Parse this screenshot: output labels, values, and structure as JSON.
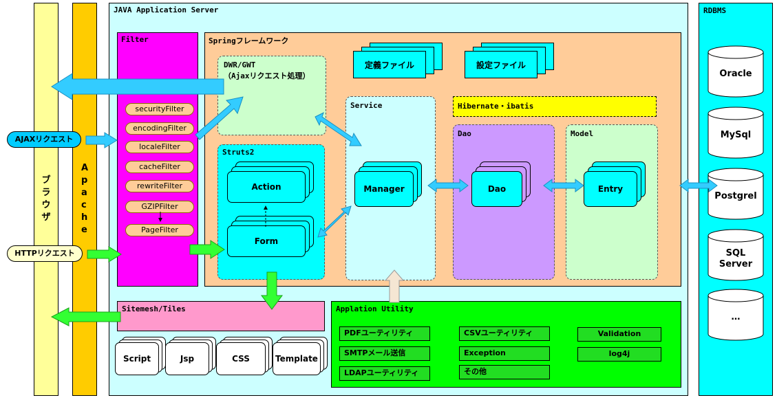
{
  "browser": {
    "label": "ブラウザ"
  },
  "apache": {
    "label": "Apache"
  },
  "requests": {
    "ajax": "AJAXリクエスト",
    "http": "HTTPリクエスト"
  },
  "server": {
    "title": "JAVA Application Server"
  },
  "filter": {
    "title": "Filter",
    "items": [
      "securityFilter",
      "encodingFilter",
      "localeFilter",
      "cacheFilter",
      "rewriteFilter",
      "GZIPFilter",
      "PageFilter"
    ]
  },
  "spring": {
    "title": "Springフレームワーク",
    "config_files": [
      "定義ファイル",
      "設定ファイル"
    ],
    "dwr": {
      "title": "DWR/GWT",
      "subtitle": "（Ajaxリクエスト処理）"
    },
    "struts": {
      "title": "Struts2",
      "action": "Action",
      "form": "Form"
    },
    "service": {
      "title": "Service",
      "manager": "Manager"
    },
    "hibernate": {
      "title": "Hibernate・ibatis"
    },
    "dao": {
      "title": "Dao",
      "item": "Dao"
    },
    "model": {
      "title": "Model",
      "item": "Entry"
    }
  },
  "sitemesh": {
    "title": "Sitemesh/Tiles",
    "items": [
      "Script",
      "Jsp",
      "CSS",
      "Template"
    ]
  },
  "utility": {
    "title": "Applation Utility",
    "items": [
      "PDFユーティリティ",
      "CSVユーティリティ",
      "Validation",
      "SMTPメール送信",
      "Exception",
      "log4j",
      "LDAPユーティリティ",
      "その他"
    ]
  },
  "rdbms": {
    "title": "RDBMS",
    "items": [
      "Oracle",
      "MySql",
      "Postgrel",
      "SQL Server",
      "…"
    ]
  },
  "colors": {
    "browser": "#ffff99",
    "apache": "#ffcc00",
    "server": "#ccffff",
    "filter": "#ff00ff",
    "spring": "#ffcc99",
    "dwr": "#ccffcc",
    "struts": "#00ffff",
    "service": "#ccffff",
    "hibernate": "#ffff00",
    "dao": "#cc99ff",
    "model": "#ccffcc",
    "sitemesh": "#ff99cc",
    "utility": "#00ff00",
    "rdbms": "#00ffff",
    "ajax_arrow": "#33ccff",
    "http_arrow": "#33ff33"
  }
}
